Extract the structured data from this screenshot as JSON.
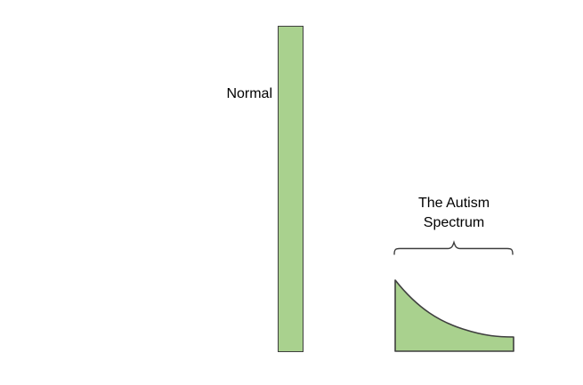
{
  "figure": {
    "title": "Normal vs Autism Spectrum distribution diagram",
    "background_color": "#ffffff",
    "normal": {
      "label": "Normal",
      "shape": "tall narrow vertical bar",
      "fill": "#a9d18e",
      "stroke": "#3f3f3f"
    },
    "spectrum": {
      "label_line1": "The Autism",
      "label_line2": "Spectrum",
      "shape": "exponential decay curve filled to baseline",
      "fill": "#a9d18e",
      "stroke": "#3f3f3f"
    },
    "brace": {
      "type": "horizontal-curly-brace",
      "stroke": "#3f3f3f"
    },
    "colors": {
      "shape_fill": "#a9d18e",
      "shape_stroke": "#3f3f3f",
      "text": "#000000"
    }
  }
}
